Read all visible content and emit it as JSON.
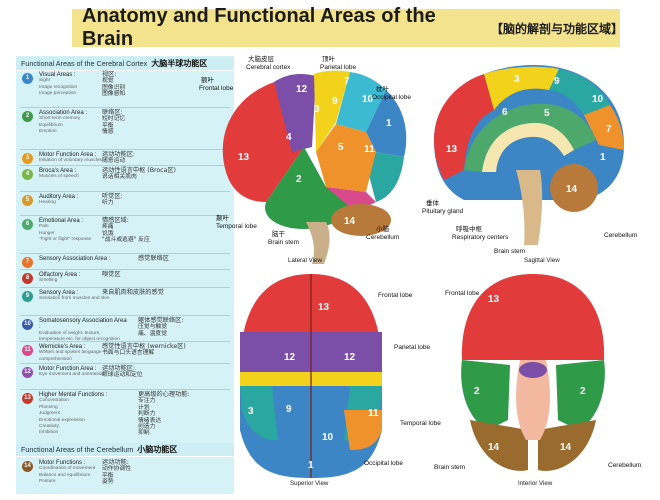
{
  "title": {
    "en": "Anatomy and Functional Areas of the Brain",
    "zh": "【脑的解剖与功能区域】"
  },
  "cerebrum_header": {
    "en": "Functional Areas of the Cerebral Cortex",
    "zh": "大脑半球功能区"
  },
  "cerebellum_header": {
    "en": "Functional Areas of the Cerebellum",
    "zh": "小脑功能区"
  },
  "entries": [
    {
      "num": "1",
      "color": "#3a86c8",
      "title": "Visual Areas :",
      "subs": [
        "Sight",
        "Image recognition",
        "Image perception"
      ],
      "zh_title": "视区:",
      "zh_subs": [
        "视觉",
        "图像识别",
        "图像感知"
      ]
    },
    {
      "num": "2",
      "color": "#3f9b4b",
      "title": "Association Area :",
      "subs": [
        "Short-term memory",
        "Equilibrium",
        "Emotion"
      ],
      "zh_title": "联络区:",
      "zh_subs": [
        "短时记忆",
        "平衡",
        "情感"
      ]
    },
    {
      "num": "3",
      "color": "#e69a1e",
      "title": "Motor Function Area :",
      "subs": [
        "Initiation of voluntary muscles"
      ],
      "zh_title": "运动功能区:",
      "zh_subs": [
        "随意运动"
      ]
    },
    {
      "num": "4",
      "color": "#7ab648",
      "title": "Broca's Area :",
      "subs": [
        "Muscles of speech"
      ],
      "zh_title": "运动性语言中枢 (Broca区)",
      "zh_subs": [
        "说话相关肌肉"
      ]
    },
    {
      "num": "5",
      "color": "#d99a2a",
      "title": "Auditory Area :",
      "subs": [
        "Hearing"
      ],
      "zh_title": "听觉区:",
      "zh_subs": [
        "听力"
      ]
    },
    {
      "num": "6",
      "color": "#4da96b",
      "title": "Emotional Area :",
      "subs": [
        "Pain",
        "Hunger",
        "\"Fight or flight\" response"
      ],
      "zh_title": "情感区域:",
      "zh_subs": [
        "疼痛",
        "饥饿",
        "\"战斗或逃避\" 反应"
      ]
    },
    {
      "num": "7",
      "color": "#e8732b",
      "title": "Sensory Association Area :",
      "subs": [],
      "zh_title": "感觉联络区",
      "zh_subs": []
    },
    {
      "num": "8",
      "color": "#c0392b",
      "title": "Olfactory Area :",
      "subs": [
        "Smelling"
      ],
      "zh_title": "嗅觉区",
      "zh_subs": []
    },
    {
      "num": "9",
      "color": "#2a9d8f",
      "title": "Sensory Area :",
      "subs": [
        "Sensation from muscles and skin"
      ],
      "zh_title": "来自肌肉和皮肤的感觉",
      "zh_subs": []
    },
    {
      "num": "10",
      "color": "#3b5aa6",
      "title": "Somatosensory Association Area :",
      "subs": [
        "Evaluation of weight, texture,",
        "temperature etc. for object recognition"
      ],
      "zh_title": "躯体感觉联络区:",
      "zh_subs": [
        "压觉与触觉",
        "痛、温度觉"
      ]
    },
    {
      "num": "11",
      "color": "#d94a8c",
      "title": "Wernicke's Area :",
      "subs": [
        "Written and spoken language comprehension"
      ],
      "zh_title": "感觉性语言中枢 (wernicke区)",
      "zh_subs": [
        "书面与口头语言理解"
      ]
    },
    {
      "num": "12",
      "color": "#8e4fae",
      "title": "Motor Function Area :",
      "subs": [
        "Eye movement and orientation"
      ],
      "zh_title": "运动功能区:",
      "zh_subs": [
        "眼球运动和定位"
      ]
    },
    {
      "num": "13",
      "color": "#c0392b",
      "title": "Higher Mental Functions :",
      "subs": [
        "Concentration",
        "Planning",
        "Judgment",
        "Emotional expression",
        "Creativity",
        "Inhibition"
      ],
      "zh_title": "更高级的心理功能:",
      "zh_subs": [
        "专注力",
        "计划",
        "判断力",
        "情绪表达",
        "创造力",
        "抑制"
      ]
    },
    {
      "num": "14",
      "color": "#8a5a2b",
      "title": "Motor Functions :",
      "subs": [
        "Coordination of movement",
        "Balance and equilibrium",
        "Posture"
      ],
      "zh_title": "运动功能:",
      "zh_subs": [
        "动作协调性",
        "平衡",
        "姿势"
      ]
    }
  ],
  "lateral": {
    "labels": {
      "cortex_zh": "大脑皮层",
      "cortex_en": "Cerebral cortex",
      "parietal_zh": "顶叶",
      "parietal_en": "Parietal lobe",
      "frontal_zh": "额叶",
      "frontal_en": "Frontal lobe",
      "occipital_zh": "枕叶",
      "occipital_en": "Occipital lobe",
      "temporal_zh": "颞叶",
      "temporal_en": "Temporal lobe",
      "stem_zh": "脑干",
      "stem_en": "Brain stem",
      "cerebellum_zh": "小脑",
      "cerebellum_en": "Cerebellum"
    },
    "view": "Lateral View"
  },
  "sagittal": {
    "labels": {
      "pituitary_zh": "垂体",
      "pituitary_en": "Pituitary gland",
      "resp_zh": "呼吸中枢",
      "resp_en": "Respiratory centers",
      "stem_en": "Brain stem",
      "cerebellum_en": "Cerebellum"
    },
    "view": "Sagittal View"
  },
  "superior": {
    "labels": {
      "frontal": "Frontal lobe",
      "parietal": "Parietal lobe",
      "occipital": "Occipital lobe"
    },
    "view": "Superior View"
  },
  "inferior": {
    "labels": {
      "frontal": "Frontal lobe",
      "temporal": "Temporal lobe",
      "stem": "Brain stem",
      "cerebellum": "Cerebellum"
    },
    "view": "Interior View"
  },
  "colors": {
    "title_bg": "#f3e38c",
    "panel_bg": "#d5f2f6",
    "red": "#e23b3b",
    "purple": "#7b4fa8",
    "yellow": "#f2d21a",
    "blue": "#3c86c6",
    "teal": "#2aa7a0",
    "green": "#2f9a48",
    "orange": "#f0922b",
    "brown": "#b77a3a"
  }
}
